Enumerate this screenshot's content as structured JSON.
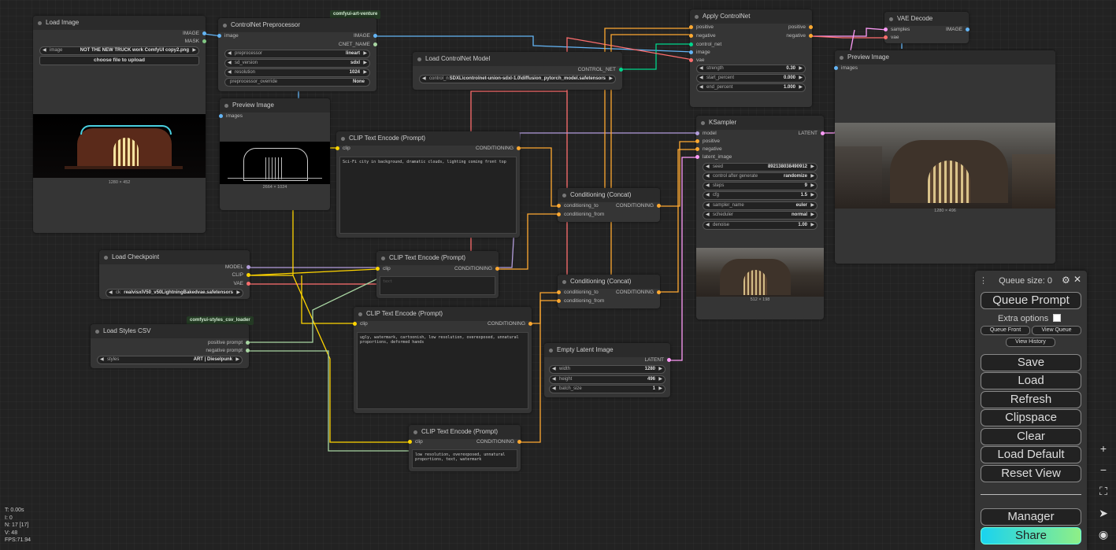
{
  "nodes": {
    "load_image": {
      "title": "Load Image",
      "out_image": "IMAGE",
      "out_mask": "MASK",
      "image_label": "image",
      "image_value": "NOT THE NEW TRUCK work ComfyUI copy2.png",
      "upload_label": "choose file to upload",
      "caption": "1280 × 452"
    },
    "cn_pre": {
      "badge": "comfyui-art-venture",
      "title": "ControlNet Preprocessor",
      "in_image": "image",
      "out_image": "IMAGE",
      "out_cname": "CNET_NAME",
      "w1_label": "preprocessor",
      "w1_value": "lineart",
      "w2_label": "sd_version",
      "w2_value": "sdxl",
      "w3_label": "resolution",
      "w3_value": "1024",
      "w4_label": "preprocessor_override",
      "w4_value": "None"
    },
    "preview1": {
      "title": "Preview Image",
      "in_images": "images",
      "caption": "2664 × 1024"
    },
    "load_cn": {
      "title": "Load ControlNet Model",
      "out": "CONTROL_NET",
      "w_label": "control_n",
      "w_value": "SDXL\\controlnet-union-sdxl-1.0\\diffusion_pytorch_model.safetensors"
    },
    "apply_cn": {
      "title": "Apply ControlNet",
      "in_positive": "positive",
      "in_negative": "negative",
      "in_cn": "control_net",
      "in_image": "image",
      "in_vae": "vae",
      "out_positive": "positive",
      "out_negative": "negative",
      "w1_label": "strength",
      "w1_value": "0.30",
      "w2_label": "start_percent",
      "w2_value": "0.000",
      "w3_label": "end_percent",
      "w3_value": "1.000"
    },
    "vae_decode": {
      "title": "VAE Decode",
      "in_samples": "samples",
      "in_vae": "vae",
      "out_image": "IMAGE"
    },
    "preview2": {
      "title": "Preview Image",
      "in_images": "images",
      "caption": "1280 × 496"
    },
    "clip1": {
      "title": "CLIP Text Encode (Prompt)",
      "in_clip": "clip",
      "out": "CONDITIONING",
      "text": "Sci-Fi city in background, dramatic clouds, lighting coming front top"
    },
    "ksampler": {
      "title": "KSampler",
      "in_model": "model",
      "in_positive": "positive",
      "in_negative": "negative",
      "in_latent": "latent_image",
      "out": "LATENT",
      "seed_label": "seed",
      "seed_value": "892138038490912",
      "cag_label": "control after generate",
      "cag_value": "randomize",
      "steps_label": "steps",
      "steps_value": "9",
      "cfg_label": "cfg",
      "cfg_value": "1.5",
      "sampler_label": "sampler_name",
      "sampler_value": "euler",
      "sched_label": "scheduler",
      "sched_value": "normal",
      "denoise_label": "denoise",
      "denoise_value": "1.00",
      "caption": "512 × 198"
    },
    "concat1": {
      "title": "Conditioning (Concat)",
      "in_to": "conditioning_to",
      "in_from": "conditioning_from",
      "out": "CONDITIONING"
    },
    "concat2": {
      "title": "Conditioning (Concat)",
      "in_to": "conditioning_to",
      "in_from": "conditioning_from",
      "out": "CONDITIONING"
    },
    "ckpt": {
      "title": "Load Checkpoint",
      "out_model": "MODEL",
      "out_clip": "CLIP",
      "out_vae": "VAE",
      "w_label": "ck",
      "w_value": "realvisxlV50_v50LightningBakedvae.safetensors"
    },
    "clip2": {
      "title": "CLIP Text Encode (Prompt)",
      "in_clip": "clip",
      "out": "CONDITIONING",
      "text": "text"
    },
    "styles": {
      "badge": "comfyui-styles_csv_loader",
      "title": "Load Styles CSV",
      "out_pos": "positive prompt",
      "out_neg": "negative prompt",
      "w_label": "styles",
      "w_value": "ART | Dieselpunk"
    },
    "clip3": {
      "title": "CLIP Text Encode (Prompt)",
      "in_clip": "clip",
      "out": "CONDITIONING",
      "text": "ugly, watermark, cartoonish, low resolution, overexposed, unnatural proportions, deformed hands"
    },
    "latent": {
      "title": "Empty Latent Image",
      "out": "LATENT",
      "w1_label": "width",
      "w1_value": "1280",
      "w2_label": "height",
      "w2_value": "496",
      "w3_label": "batch_size",
      "w3_value": "1"
    },
    "clip4": {
      "title": "CLIP Text Encode (Prompt)",
      "in_clip": "clip",
      "out": "CONDITIONING",
      "text": "low resolution, overexposed, unnatural proportions, text, watermark"
    }
  },
  "menu": {
    "queue_size": "Queue size: 0",
    "queue_prompt": "Queue Prompt",
    "extra_options": "Extra options",
    "queue_front": "Queue Front",
    "view_queue": "View Queue",
    "view_history": "View History",
    "save": "Save",
    "load": "Load",
    "refresh": "Refresh",
    "clipspace": "Clipspace",
    "clear": "Clear",
    "load_default": "Load Default",
    "reset_view": "Reset View",
    "manager": "Manager",
    "share": "Share"
  },
  "stats": {
    "t": "T: 0.00s",
    "i": "I: 0",
    "n": "N: 17 [17]",
    "v": "V: 48",
    "fps": "FPS:71.94"
  },
  "colors": {
    "image": "#64b5f6",
    "mask": "#81c784",
    "conditioning": "#ffa931",
    "clip": "#ffd500",
    "model": "#b39ddb",
    "vae": "#ff6e6e",
    "latent": "#ff9cf9",
    "control_net": "#00d78d",
    "string": "#a8d5a2"
  }
}
